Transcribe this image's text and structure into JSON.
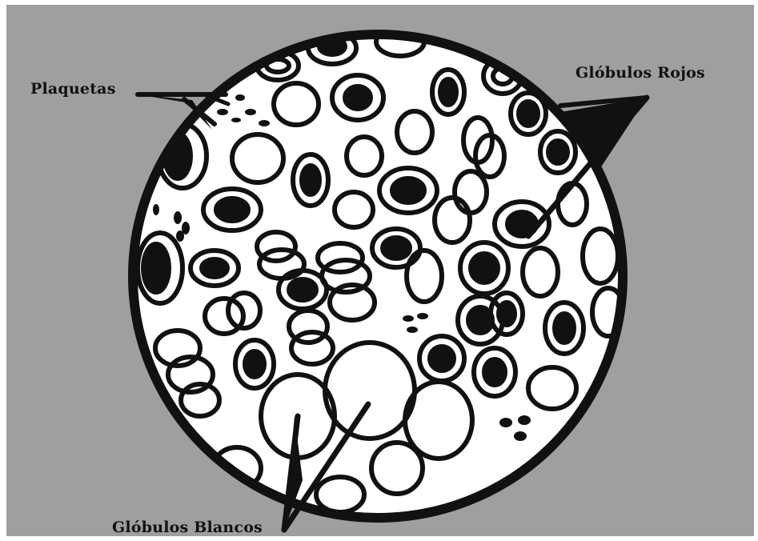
{
  "labels": {
    "platelets": "Plaquetas",
    "red_cells": "Glóbulos Rojos",
    "white_cells": "Glóbulos Blancos"
  },
  "colors": {
    "background": "#9f9f9f",
    "ink": "#111111",
    "field": "#ffffff"
  }
}
